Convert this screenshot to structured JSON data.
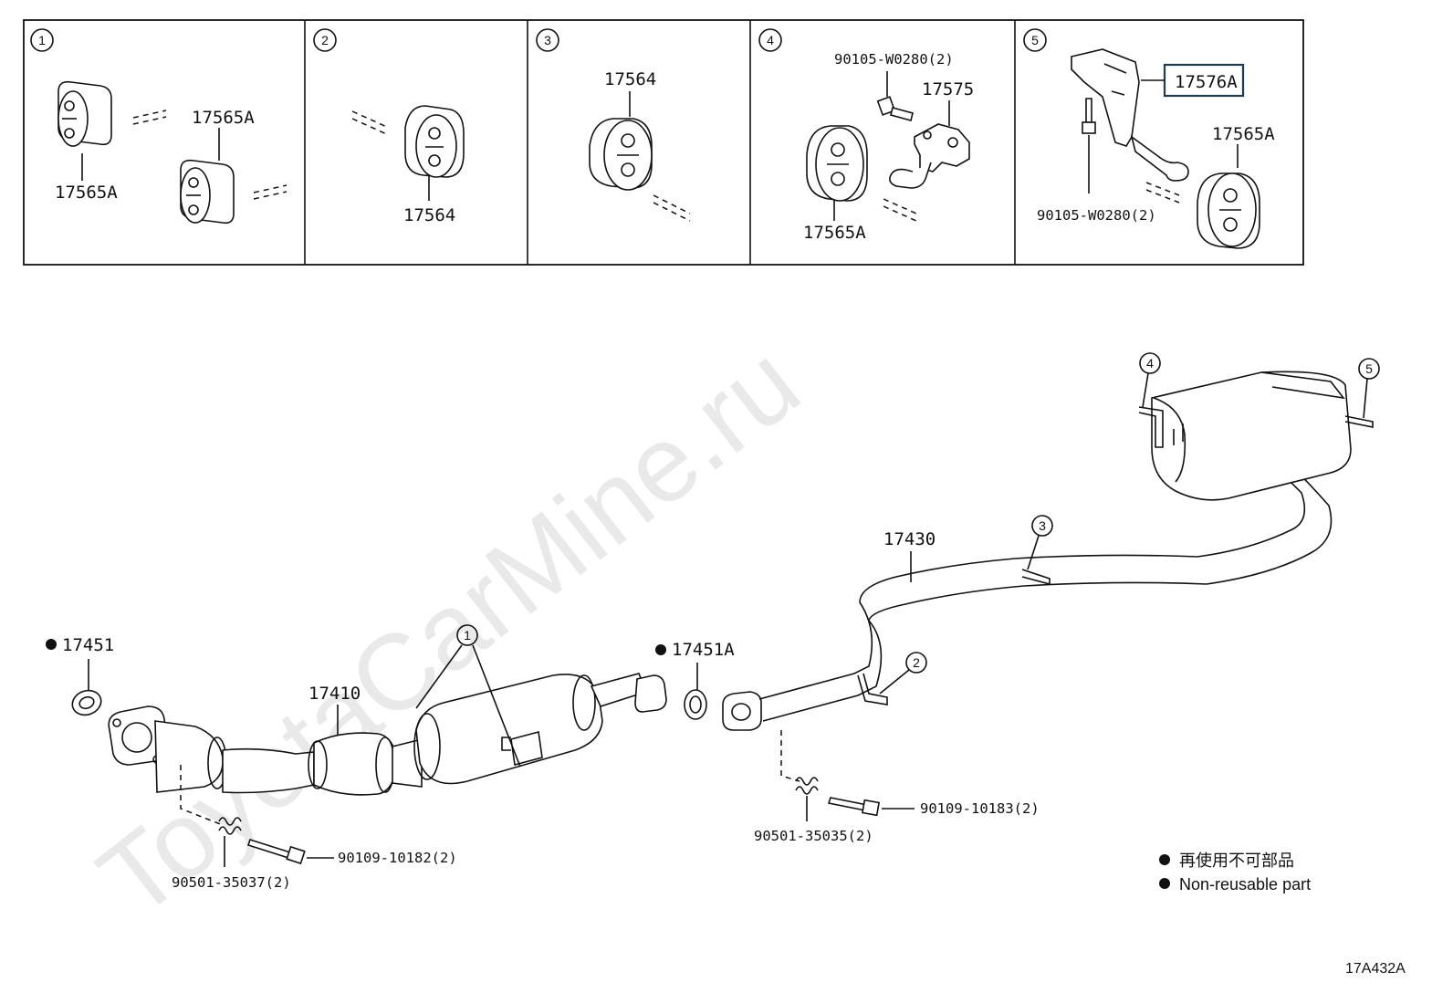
{
  "watermark": "ToyotaCarMine.ru",
  "detail_panels": [
    {
      "number": "1",
      "labels": [
        "17565A",
        "17565A"
      ]
    },
    {
      "number": "2",
      "labels": [
        "17564"
      ]
    },
    {
      "number": "3",
      "labels": [
        "17564"
      ]
    },
    {
      "number": "4",
      "labels": [
        "90105-W0280(2)",
        "17575",
        "17565A"
      ]
    },
    {
      "number": "5",
      "labels": [
        "17576A",
        "17565A",
        "90105-W0280(2)"
      ]
    }
  ],
  "main": {
    "gasket_left": "17451",
    "gasket_right": "17451A",
    "front_pipe": "17410",
    "tail_pipe": "17430",
    "bolt_left": "90109-10182(2)",
    "spring_left": "90501-35037(2)",
    "bolt_right": "90109-10183(2)",
    "spring_right": "90501-35035(2)",
    "callouts": [
      "1",
      "2",
      "3",
      "4",
      "5"
    ]
  },
  "highlighted_part": "17576A",
  "legend": {
    "jp": "再使用不可部品",
    "en": "Non-reusable part"
  },
  "diagram_code": "17A432A"
}
